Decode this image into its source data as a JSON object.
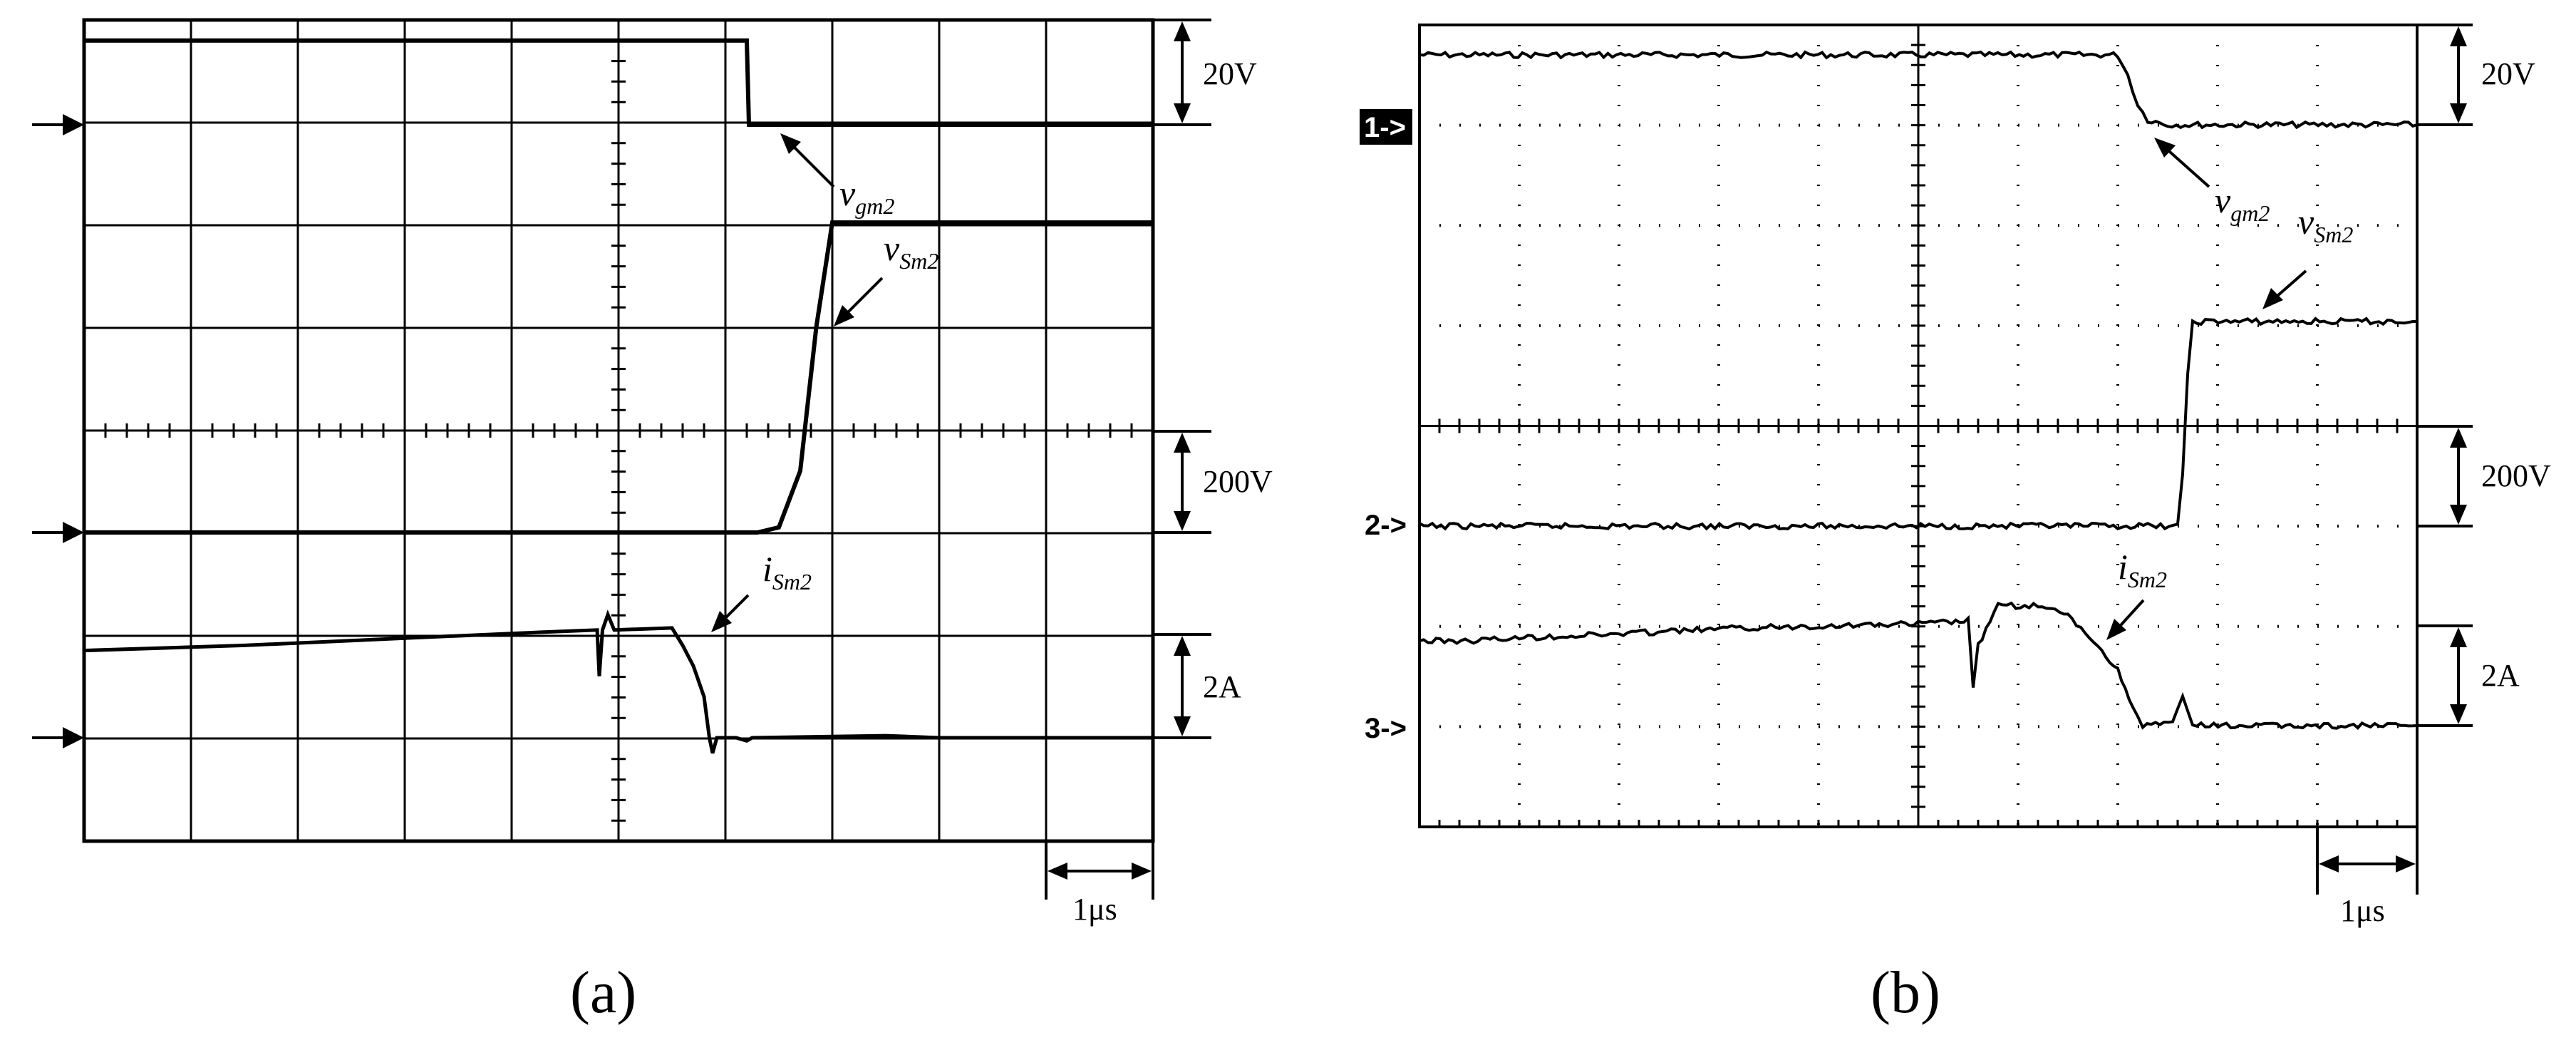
{
  "panels": [
    {
      "label": "(a)",
      "time_scale": "1μs"
    },
    {
      "label": "(b)",
      "time_scale": "1μs"
    }
  ],
  "channel_labels": [
    "1->",
    "2->",
    "3->"
  ],
  "chart_data": [
    {
      "type": "line",
      "title": "(a)",
      "grid": true,
      "time_per_div": "1μs",
      "x": [
        0,
        0.5,
        1,
        1.5,
        2,
        2.5,
        3,
        3.5,
        4,
        4.5,
        5,
        5.5,
        6,
        6.5,
        7,
        7.5,
        8,
        8.5,
        9,
        9.5,
        10
      ],
      "series": [
        {
          "name": "v_gm2",
          "scale": "20V",
          "points": [
            [
              0,
              0.82
            ],
            [
              6.2,
              0.82
            ],
            [
              6.22,
              0
            ],
            [
              10,
              0
            ]
          ]
        },
        {
          "name": "v_Sm2",
          "scale": "200V",
          "points": [
            [
              0,
              0
            ],
            [
              6.3,
              0
            ],
            [
              6.5,
              0.05
            ],
            [
              6.7,
              0.6
            ],
            [
              6.85,
              2.0
            ],
            [
              7.0,
              3.02
            ],
            [
              10,
              3.02
            ]
          ]
        },
        {
          "name": "i_Sm2",
          "scale": "2A",
          "points": [
            [
              0,
              0.85
            ],
            [
              1.5,
              0.9
            ],
            [
              3.0,
              0.97
            ],
            [
              4.3,
              1.03
            ],
            [
              4.8,
              1.05
            ],
            [
              4.82,
              0.6
            ],
            [
              4.85,
              1.05
            ],
            [
              4.9,
              1.2
            ],
            [
              4.96,
              1.05
            ],
            [
              5.5,
              1.07
            ],
            [
              5.6,
              0.9
            ],
            [
              5.7,
              0.7
            ],
            [
              5.8,
              0.4
            ],
            [
              5.85,
              0.0
            ],
            [
              5.88,
              -0.15
            ],
            [
              5.92,
              0.0
            ],
            [
              6.1,
              0.0
            ],
            [
              6.2,
              -0.03
            ],
            [
              6.25,
              0.0
            ],
            [
              7.5,
              0.02
            ],
            [
              8.0,
              0.0
            ],
            [
              10,
              0.0
            ]
          ]
        }
      ]
    },
    {
      "type": "line",
      "title": "(b)",
      "grid": true,
      "time_per_div": "1μs",
      "x": [
        0,
        0.5,
        1,
        1.5,
        2,
        2.5,
        3,
        3.5,
        4,
        4.5,
        5,
        5.5,
        6,
        6.5,
        7,
        7.5,
        8,
        8.5,
        9,
        9.5,
        10
      ],
      "series": [
        {
          "name": "v_gm2",
          "scale": "20V",
          "points": [
            [
              0,
              0.7
            ],
            [
              7.0,
              0.7
            ],
            [
              7.1,
              0.5
            ],
            [
              7.2,
              0.2
            ],
            [
              7.3,
              0.05
            ],
            [
              7.5,
              0
            ],
            [
              10,
              0
            ]
          ]
        },
        {
          "name": "v_Sm2",
          "scale": "200V",
          "points": [
            [
              0,
              0
            ],
            [
              7.6,
              0
            ],
            [
              7.65,
              0.5
            ],
            [
              7.7,
              1.5
            ],
            [
              7.75,
              2.05
            ],
            [
              10,
              2.05
            ]
          ]
        },
        {
          "name": "i_Sm2",
          "scale": "2A",
          "points": [
            [
              0,
              0.85
            ],
            [
              0.5,
              0.85
            ],
            [
              1.0,
              0.88
            ],
            [
              2.0,
              0.92
            ],
            [
              3.0,
              0.97
            ],
            [
              4.0,
              1.0
            ],
            [
              5.0,
              1.02
            ],
            [
              5.5,
              1.05
            ],
            [
              5.55,
              0.4
            ],
            [
              5.6,
              0.8
            ],
            [
              5.8,
              1.2
            ],
            [
              6.2,
              1.2
            ],
            [
              6.5,
              1.1
            ],
            [
              6.8,
              0.8
            ],
            [
              7.0,
              0.55
            ],
            [
              7.15,
              0.2
            ],
            [
              7.25,
              0.0
            ],
            [
              7.55,
              0.02
            ],
            [
              7.65,
              0.3
            ],
            [
              7.75,
              0.0
            ],
            [
              10,
              0
            ]
          ]
        }
      ]
    }
  ]
}
